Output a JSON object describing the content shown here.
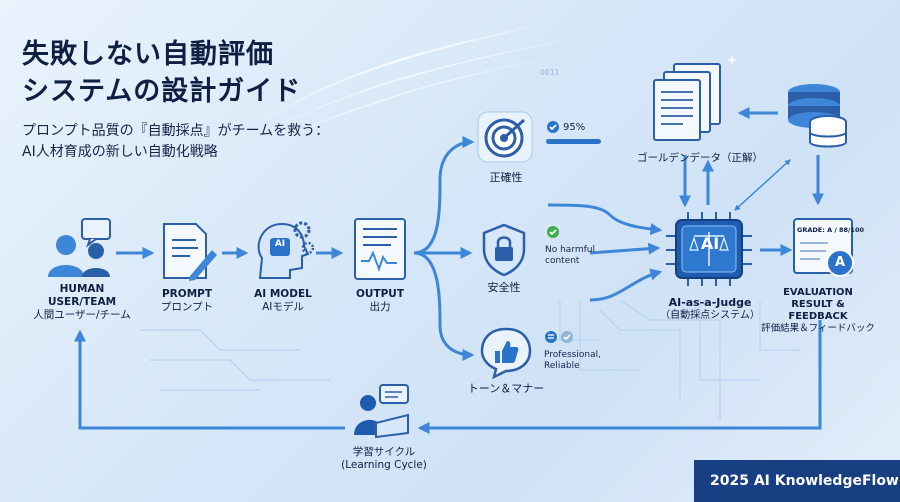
{
  "title": {
    "line1": "失敗しない自動評価",
    "line2": "システムの設計ガイド"
  },
  "subtitle": {
    "line1": "プロンプト品質の『自動採点』がチームを救う：",
    "line2": "AI人材育成の新しい自動化戦略"
  },
  "nodes": {
    "human": {
      "en": "HUMAN",
      "en2": "USER/TEAM",
      "jp": "人間ユーザー/チーム"
    },
    "prompt": {
      "en": "PROMPT",
      "jp": "プロンプト"
    },
    "model": {
      "en": "AI MODEL",
      "jp": "AIモデル",
      "chip": "AI"
    },
    "output": {
      "en": "OUTPUT",
      "jp": "出力"
    },
    "accuracy": {
      "label": "正確性",
      "value": "95%",
      "progress": 0.95
    },
    "safety": {
      "label": "安全性",
      "note1": "No harmful",
      "note2": "content"
    },
    "tone": {
      "label": "トーン＆マナー",
      "note1": "Professional,",
      "note2": "Reliable"
    },
    "judge": {
      "en": "AI-as-a-Judge",
      "jp": "（自動採点システム）",
      "chip": "AI"
    },
    "golden": {
      "label": "ゴールデンデータ（正解）"
    },
    "evaluation": {
      "en1": "EVALUATION",
      "en2": "RESULT &",
      "en3": "FEEDBACK",
      "jp": "評価結果＆フィードバック",
      "grade": "GRADE: A / 88/100",
      "mark": "A"
    },
    "learning": {
      "jp": "学習サイクル",
      "en": "(Learning Cycle)"
    }
  },
  "decor": {
    "binary": "0011"
  },
  "footer": {
    "brand": "2025 AI KnowledgeFlow"
  },
  "colors": {
    "accent": "#3d86d8",
    "dark": "#173f82",
    "text": "#0f1f44",
    "check": "#3fae49"
  }
}
